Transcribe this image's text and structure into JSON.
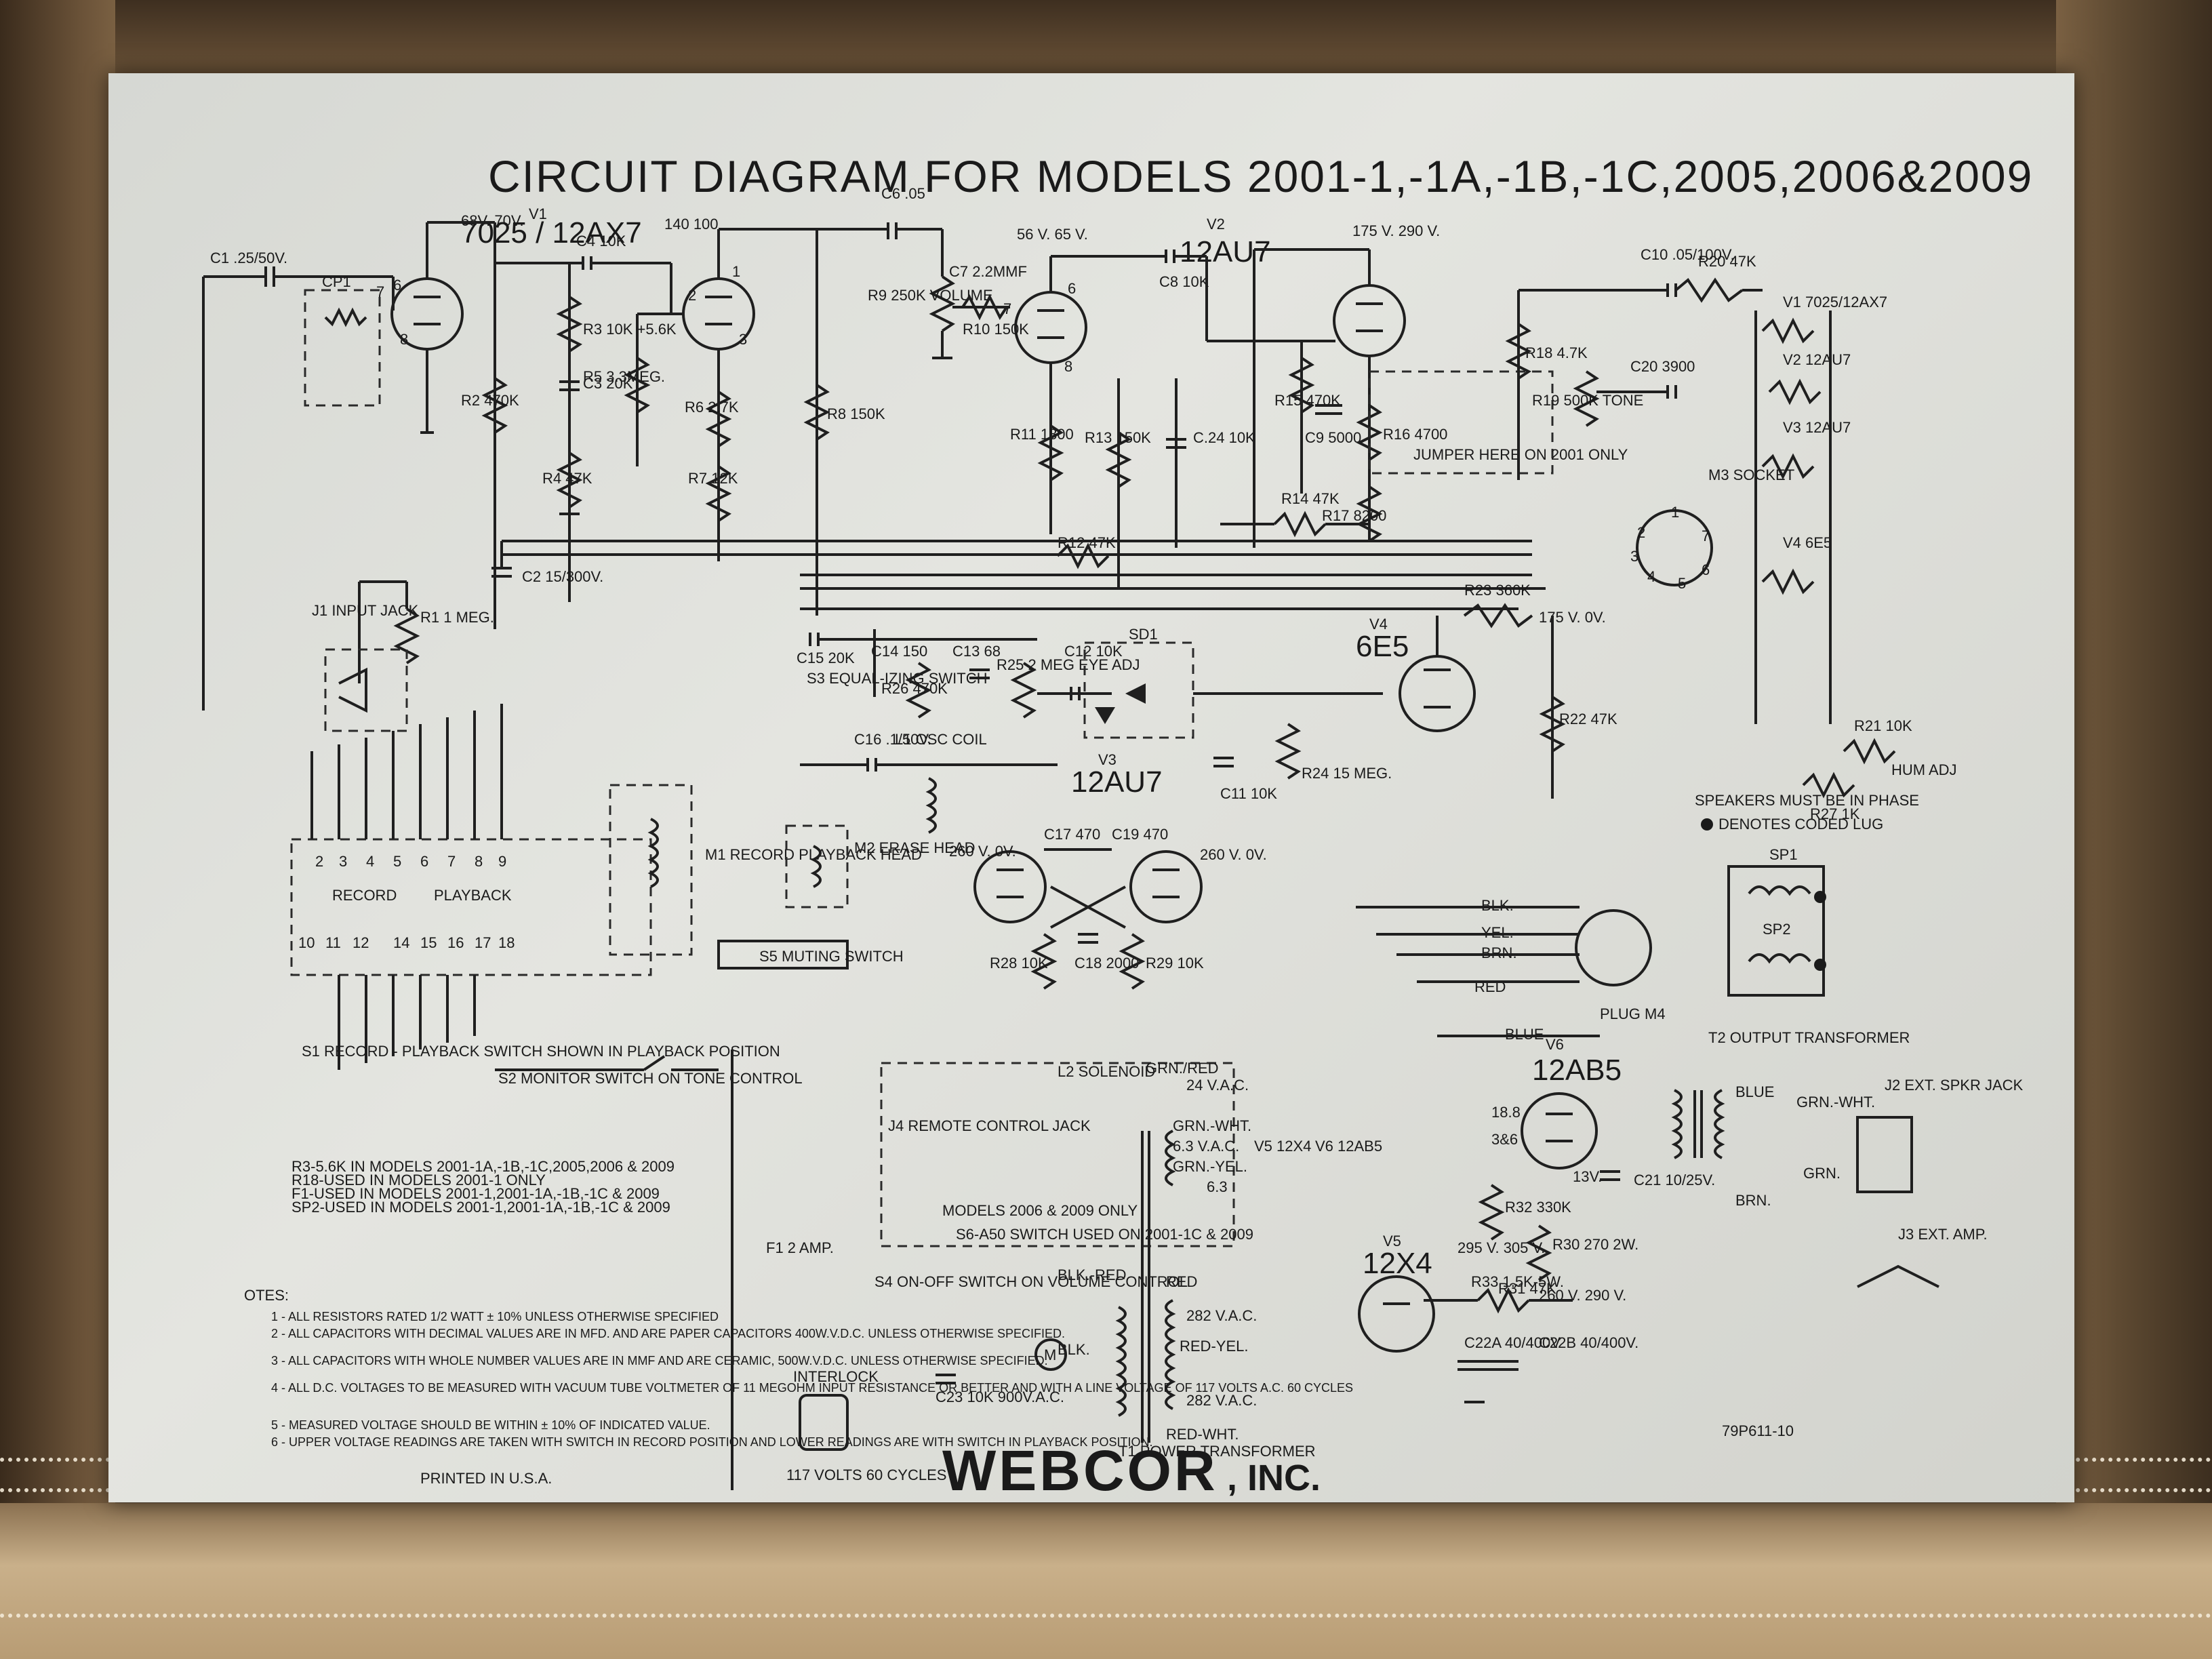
{
  "title": "CIRCUIT DIAGRAM FOR MODELS 2001-1,-1A,-1B,-1C,2005,2006&2009",
  "tubes": {
    "v1": {
      "ref": "V1",
      "type": "7025 / 12AX7"
    },
    "v2": {
      "ref": "V2",
      "type": "12AU7"
    },
    "v3": {
      "ref": "V3",
      "type": "12AU7"
    },
    "v4": {
      "ref": "V4",
      "type": "6E5"
    },
    "v5": {
      "ref": "V5",
      "type": "12X4"
    },
    "v6": {
      "ref": "V6",
      "type": "12AB5"
    }
  },
  "voltages": {
    "v1_plate": "68V. 70V.",
    "v1b_plate": "140 100",
    "v2_plate": "56 V. 65 V.",
    "v2b_plate": "175 V. 290 V.",
    "v4_top": "175 V. 0V.",
    "v3_left": "260 V. 0V.",
    "v3_right": "260 V. 0V.",
    "ps_a": "295 V. 305 V.",
    "ps_b": "260 V. 290 V.",
    "v6_cath": "13V.",
    "v6_pins_a": "18.8",
    "v6_pins_b": "3&6"
  },
  "components": {
    "c1": "C1 .25/50V.",
    "cp1": "CP1",
    "c4": "C4 10K",
    "r3": "R3 10K +5.6K",
    "c3": "C3 20K",
    "r4": "R4 47K",
    "r2": "R2 470K",
    "r5": "R5 3.3MEG.",
    "r6": "R6 2.7K",
    "r7": "R7 12K",
    "r8": "R8 150K",
    "c6": "C6 .05",
    "r9": "R9 250K VOLUME",
    "c7": "C7 2.2MMF",
    "r10": "R10 150K",
    "c8": "C8 10K",
    "r11": "R11 1800",
    "r13": "R13 150K",
    "c24": "C.24 10K",
    "r12": "R12 47K",
    "r15": "R15 470K",
    "c9": "C9 5000",
    "r16": "R16 4700",
    "r17": "R17 8200",
    "r14": "R14 47K",
    "c10": "C10 .05/100V.",
    "r20": "R20 47K",
    "r18": "R18 4.7K",
    "r19": "R19 500K TONE",
    "c20": "C20 3900",
    "jumper": "JUMPER HERE ON 2001 ONLY",
    "c2": "C2 15/300V.",
    "r1": "R1 1 MEG.",
    "j1": "J1 INPUT JACK",
    "c15": "C15 20K",
    "c14": "C14 150",
    "s3": "S3 EQUAL-IZING SWITCH",
    "r26": "R26 470K",
    "c13": "C13 68",
    "r25": "R25 2 MEG EYE ADJ",
    "c12": "C12 10K",
    "sd1": "SD1",
    "c11": "C11 10K",
    "r24": "R24 15 MEG.",
    "r23": "R23 360K",
    "r22": "R22 47K",
    "c16": "C16 .1/50V.",
    "l1": "L1 OSC COIL",
    "m1": "M1 RECORD PLAYBACK HEAD",
    "m2": "M2 ERASE HEAD",
    "c17": "C17 470",
    "c19": "C19 470",
    "c18": "C18 2000",
    "r28": "R28 10K",
    "r29": "R29 10K",
    "s5": "S5 MUTING SWITCH",
    "s1": "S1 RECORD - PLAYBACK SWITCH SHOWN IN PLAYBACK POSITION",
    "s2": "S2 MONITOR SWITCH ON TONE CONTROL",
    "record": "RECORD",
    "playback": "PLAYBACK",
    "m3": "M3 SOCKET",
    "r21": "R21 10K",
    "hum": "HUM ADJ",
    "r27": "R27 1K",
    "m4": "PLUG M4",
    "t2": "T2 OUTPUT TRANSFORMER",
    "j2": "J2 EXT. SPKR JACK",
    "j3": "J3 EXT. AMP.",
    "r32": "R32 330K",
    "r30": "R30 270 2W.",
    "r31": "R31 47K",
    "c21": "C21 10/25V.",
    "l2": "L2 SOLENOID",
    "j4": "J4 REMOTE CONTROL JACK",
    "f1": "F1 2 AMP.",
    "s4": "S4 ON-OFF SWITCH ON VOLUME CONTROL",
    "interlock": "INTERLOCK",
    "plug": "117 VOLTS 60 CYCLES",
    "c23": "C23 10K 900V.A.C.",
    "t1": "T1 POWER TRANSFORMER",
    "r33": "R33 1.5K-5W.",
    "c22a": "C22A 40/400V",
    "c22b": "C22B 40/400V.",
    "code": "79P611-10",
    "models_only": "MODELS 2006 & 2009 ONLY",
    "s6": "S6-A50 SWITCH USED ON 2001-1C & 2009"
  },
  "wires": {
    "grn_red": "GRN./RED",
    "vac24": "24 V.A.C.",
    "grn_wht": "GRN.-WHT.",
    "vac63": "6.3 V.A.C.",
    "grn_yel": "GRN.-YEL.",
    "n63": "6.3",
    "blk_red": "BLK.-RED",
    "red": "RED",
    "vac282a": "282 V.A.C.",
    "red_yel": "RED-YEL.",
    "vac282b": "282 V.A.C.",
    "red_wht": "RED-WHT.",
    "blk": "BLK.",
    "yel": "YEL.",
    "brn": "BRN.",
    "blue": "BLUE",
    "grn": "GRN."
  },
  "heater_chain": {
    "v1": "V1 7025/12AX7",
    "v2": "V2 12AU7",
    "v3": "V3 12AU7",
    "v4": "V4 6E5"
  },
  "speakers": {
    "phase": "SPEAKERS MUST BE IN PHASE",
    "coded": "DENOTES CODED LUG",
    "sp1": "SP1",
    "sp2": "SP2"
  },
  "footnotes": [
    "R3-5.6K IN MODELS 2001-1A,-1B,-1C,2005,2006 & 2009",
    "R18-USED IN MODELS 2001-1 ONLY",
    "F1-USED IN MODELS 2001-1,2001-1A,-1B,-1C & 2009",
    "SP2-USED IN MODELS 2001-1,2001-1A,-1B,-1C & 2009"
  ],
  "notes_title": "OTES:",
  "notes": [
    "1 - ALL RESISTORS RATED 1/2 WATT ± 10% UNLESS OTHERWISE SPECIFIED",
    "2 - ALL CAPACITORS WITH DECIMAL VALUES ARE IN MFD. AND ARE PAPER CAPACITORS 400W.V.D.C. UNLESS OTHERWISE SPECIFIED.",
    "3 - ALL CAPACITORS WITH WHOLE NUMBER VALUES ARE IN MMF AND ARE CERAMIC, 500W.V.D.C. UNLESS OTHERWISE SPECIFIED.",
    "4 - ALL D.C. VOLTAGES TO BE MEASURED WITH VACUUM TUBE VOLTMETER OF 11 MEGOHM INPUT RESISTANCE OR BETTER AND WITH A LINE VOLTAGE OF 117 VOLTS A.C. 60 CYCLES",
    "5 - MEASURED VOLTAGE SHOULD BE WITHIN ± 10% OF INDICATED VALUE.",
    "6 - UPPER VOLTAGE READINGS ARE TAKEN WITH SWITCH IN RECORD POSITION AND LOWER READINGS ARE WITH SWITCH IN PLAYBACK POSITION."
  ],
  "printed": "PRINTED IN U.S.A.",
  "brand": "WEBCOR",
  "brand_suffix": ", INC."
}
